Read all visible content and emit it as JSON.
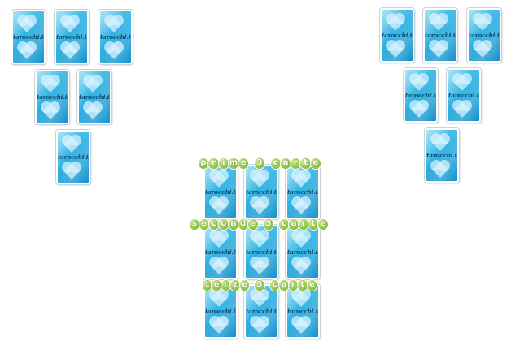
{
  "brand": "tarocchi.it",
  "spread": {
    "rows": [
      {
        "label": "prime 3 carte"
      },
      {
        "label": "seconde 3 carte"
      },
      {
        "label": "terze 3 carte"
      }
    ]
  },
  "colors": {
    "card_light": "#7fd6f2",
    "card_dark": "#1490c9",
    "label_bead": "#a6d456"
  },
  "icons": [
    "heart-icon"
  ]
}
